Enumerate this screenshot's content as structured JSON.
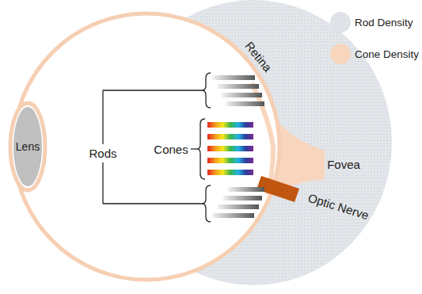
{
  "diagram": {
    "nodes": [
      {
        "text": [
          "Lens"
        ]
      }
    ],
    "labels": [
      "Rods",
      "Cones",
      "Retina",
      "Fovea",
      "Optic Nerve"
    ],
    "legend": [
      {
        "text": "Rod Density",
        "color": "#dfe3e8"
      },
      {
        "text": "Cone Density",
        "color": "#f8d6bd"
      }
    ]
  }
}
